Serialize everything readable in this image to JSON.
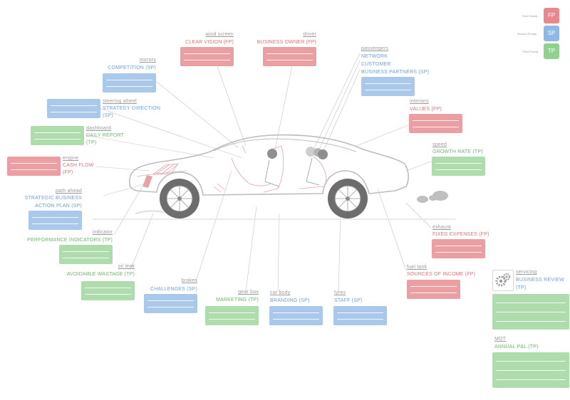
{
  "legend": {
    "items": [
      {
        "text": "First Priority",
        "code": "FP",
        "color": "#e9878c"
      },
      {
        "text": "Second Priority",
        "code": "SP",
        "color": "#8fb8e6"
      },
      {
        "text": "Third Priority",
        "code": "TP",
        "color": "#8fd18d"
      }
    ]
  },
  "colors": {
    "fp": "#ec9fa3",
    "sp": "#aac8ea",
    "tp": "#aedcad",
    "line": "#9a9a9a"
  },
  "icons": {
    "servicing": "gears-icon"
  },
  "labels": {
    "wind_screen": {
      "title": "wind screen",
      "value": "CLEAR VISION (FP)"
    },
    "driver": {
      "title": "driver",
      "value": "BUSINESS OWNER (FP)"
    },
    "passengers": {
      "title": "passengers",
      "lines": [
        "NETWORK",
        "CUSTOMER",
        "BUSINESS PARTNERS (SP)"
      ]
    },
    "mirrors": {
      "title": "mirrors",
      "value": "COMPETITION (SP)"
    },
    "steering_wheel": {
      "title": "steering wheel",
      "lines": [
        "STRATEGY DIRECTION",
        "(SP)"
      ]
    },
    "interiors": {
      "title": "interiors",
      "value": "VALUES (FP)"
    },
    "dashboard": {
      "title": "dashboard",
      "lines": [
        "DAILY REPORT",
        "(TP)"
      ]
    },
    "speed": {
      "title": "speed",
      "value": "GROWTH RATE (TP)"
    },
    "engine": {
      "title": "engine",
      "lines": [
        "CASH FLOW",
        "(FP)"
      ]
    },
    "path_ahead": {
      "title": "path ahead",
      "lines": [
        "STRATEGIC BUSINESS",
        "ACTION PLAN (SP)"
      ]
    },
    "exhaust": {
      "title": "exhaust",
      "value": "FIXED EXPENSES (FP)"
    },
    "indicator": {
      "title": "indicator",
      "value": "PERFORMANCE INDICATORS (TP)"
    },
    "oil_leak": {
      "title": "oil leak",
      "value": "AVOIDABLE WASTAGE (TP)"
    },
    "fuel_tank": {
      "title": "fuel tank",
      "value": "SOURCES OF INCOME (FP)"
    },
    "servicing": {
      "title": "servicing",
      "lines": [
        "BUSINESS REVIEW",
        "(TP)"
      ]
    },
    "brakes": {
      "title": "brakes",
      "value": "CHALLENGES (SP)"
    },
    "gear_box": {
      "title": "gear box",
      "value": "MARKETING (TP)"
    },
    "car_body": {
      "title": "car body",
      "value": "BRANDING (SP)"
    },
    "tyres": {
      "title": "tyres",
      "value": "STAFF (SP)"
    },
    "mot": {
      "title": "MOT",
      "value": "ANNUAL P&L (TP)"
    }
  }
}
